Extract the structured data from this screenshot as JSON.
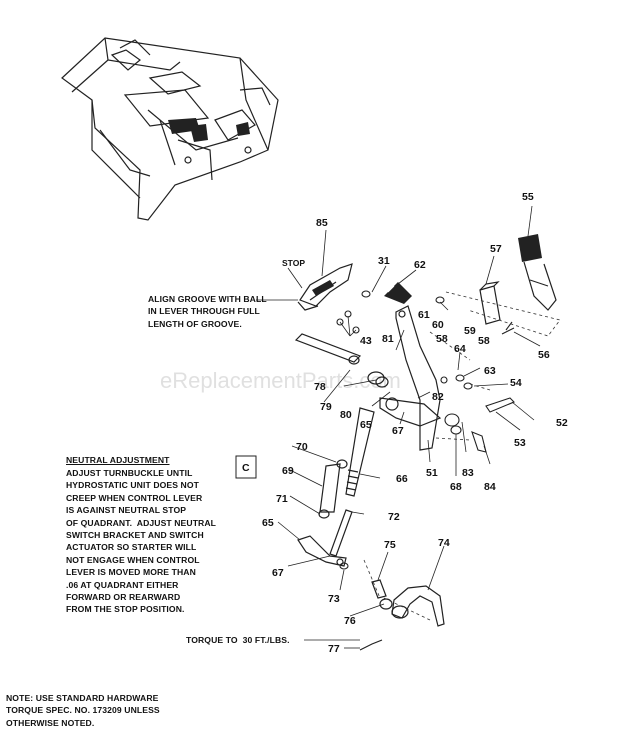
{
  "watermark": "eReplacementParts.com",
  "callouts": {
    "c31": "31",
    "c43": "43",
    "c51": "51",
    "c52": "52",
    "c53": "53",
    "c54": "54",
    "c55": "55",
    "c56": "56",
    "c57": "57",
    "c58a": "58",
    "c58b": "58",
    "c59": "59",
    "c60": "60",
    "c61": "61",
    "c62": "62",
    "c63": "63",
    "c64": "64",
    "c65a": "65",
    "c65b": "65",
    "c66": "66",
    "c67a": "67",
    "c67b": "67",
    "c68": "68",
    "c69": "69",
    "c70": "70",
    "c71": "71",
    "c72": "72",
    "c73": "73",
    "c74": "74",
    "c75": "75",
    "c76": "76",
    "c77": "77",
    "c78": "78",
    "c79": "79",
    "c80": "80",
    "c81": "81",
    "c82": "82",
    "c83": "83",
    "c84": "84",
    "c85": "85",
    "stop": "STOP",
    "c_box": "C"
  },
  "notes": {
    "align_groove": "ALIGN GROOVE WITH BALL\nIN LEVER THROUGH FULL\nLENGTH OF GROOVE.",
    "neutral_title": "NEUTRAL ADJUSTMENT",
    "neutral_body": "ADJUST TURNBUCKLE UNTIL\nHYDROSTATIC UNIT DOES NOT\nCREEP WHEN CONTROL LEVER\nIS AGAINST NEUTRAL STOP\nOF QUADRANT.  ADJUST NEUTRAL\nSWITCH BRACKET AND SWITCH\nACTUATOR SO STARTER WILL\nNOT ENGAGE WHEN CONTROL\nLEVER IS MOVED MORE THAN\n.06 AT QUADRANT EITHER\nFORWARD OR REARWARD\nFROM THE STOP POSITION.",
    "torque": "TORQUE TO  30 FT./LBS.",
    "hardware": "NOTE: USE STANDARD HARDWARE\nTORQUE SPEC. NO. 173209 UNLESS\nOTHERWISE NOTED."
  }
}
